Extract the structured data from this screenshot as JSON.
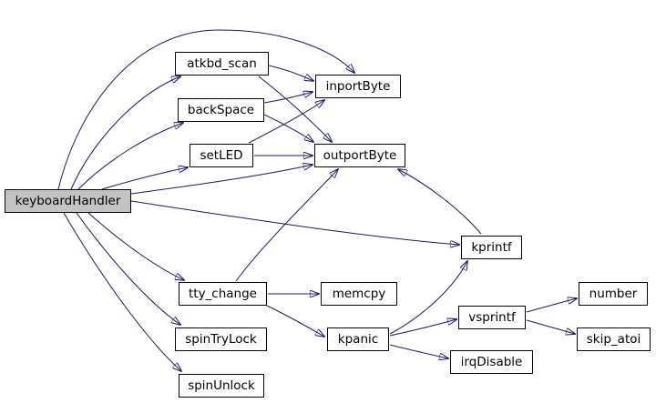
{
  "diagram": {
    "type": "call-graph",
    "colors": {
      "edge": "#191970",
      "node_border": "#000000",
      "node_fill": "#ffffff",
      "root_fill": "#c3c3c3",
      "background": "#ffffff",
      "text": "#000000"
    },
    "nodes": [
      {
        "id": "keyboardHandler",
        "label": "keyboardHandler",
        "role": "root"
      },
      {
        "id": "atkbd_scan",
        "label": "atkbd_scan",
        "role": "callee"
      },
      {
        "id": "backSpace",
        "label": "backSpace",
        "role": "callee"
      },
      {
        "id": "setLED",
        "label": "setLED",
        "role": "callee"
      },
      {
        "id": "inportByte",
        "label": "inportByte",
        "role": "callee"
      },
      {
        "id": "outportByte",
        "label": "outportByte",
        "role": "callee"
      },
      {
        "id": "kprintf",
        "label": "kprintf",
        "role": "callee"
      },
      {
        "id": "tty_change",
        "label": "tty_change",
        "role": "callee"
      },
      {
        "id": "memcpy",
        "label": "memcpy",
        "role": "callee"
      },
      {
        "id": "kpanic",
        "label": "kpanic",
        "role": "callee"
      },
      {
        "id": "vsprintf",
        "label": "vsprintf",
        "role": "callee"
      },
      {
        "id": "irqDisable",
        "label": "irqDisable",
        "role": "callee"
      },
      {
        "id": "number",
        "label": "number",
        "role": "callee"
      },
      {
        "id": "skip_atoi",
        "label": "skip_atoi",
        "role": "callee"
      },
      {
        "id": "spinTryLock",
        "label": "spinTryLock",
        "role": "callee"
      },
      {
        "id": "spinUnlock",
        "label": "spinUnlock",
        "role": "callee"
      }
    ],
    "edges": [
      {
        "from": "keyboardHandler",
        "to": "atkbd_scan"
      },
      {
        "from": "keyboardHandler",
        "to": "backSpace"
      },
      {
        "from": "keyboardHandler",
        "to": "setLED"
      },
      {
        "from": "keyboardHandler",
        "to": "inportByte"
      },
      {
        "from": "keyboardHandler",
        "to": "outportByte"
      },
      {
        "from": "keyboardHandler",
        "to": "kprintf"
      },
      {
        "from": "keyboardHandler",
        "to": "tty_change"
      },
      {
        "from": "keyboardHandler",
        "to": "spinTryLock"
      },
      {
        "from": "keyboardHandler",
        "to": "spinUnlock"
      },
      {
        "from": "atkbd_scan",
        "to": "inportByte"
      },
      {
        "from": "atkbd_scan",
        "to": "outportByte"
      },
      {
        "from": "backSpace",
        "to": "inportByte"
      },
      {
        "from": "backSpace",
        "to": "outportByte"
      },
      {
        "from": "setLED",
        "to": "inportByte"
      },
      {
        "from": "setLED",
        "to": "outportByte"
      },
      {
        "from": "tty_change",
        "to": "outportByte"
      },
      {
        "from": "tty_change",
        "to": "memcpy"
      },
      {
        "from": "tty_change",
        "to": "kpanic"
      },
      {
        "from": "kprintf",
        "to": "outportByte"
      },
      {
        "from": "kpanic",
        "to": "kprintf"
      },
      {
        "from": "kpanic",
        "to": "vsprintf"
      },
      {
        "from": "kpanic",
        "to": "irqDisable"
      },
      {
        "from": "vsprintf",
        "to": "number"
      },
      {
        "from": "vsprintf",
        "to": "skip_atoi"
      }
    ]
  }
}
